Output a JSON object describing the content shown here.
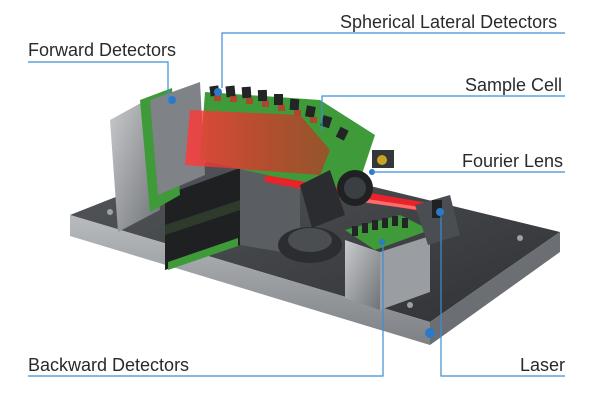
{
  "labels": {
    "spherical_lateral_detectors": "Spherical Lateral Detectors",
    "forward_detectors": "Forward Detectors",
    "sample_cell": "Sample Cell",
    "fourier_lens": "Fourier Lens",
    "backward_detectors": "Backward Detectors",
    "laser": "Laser"
  },
  "colors": {
    "leader_line": "#3a8fd6",
    "laser_beam": "#e8232a",
    "circuit_board": "#3f9a3a",
    "base_plate": "#8a8d90"
  }
}
